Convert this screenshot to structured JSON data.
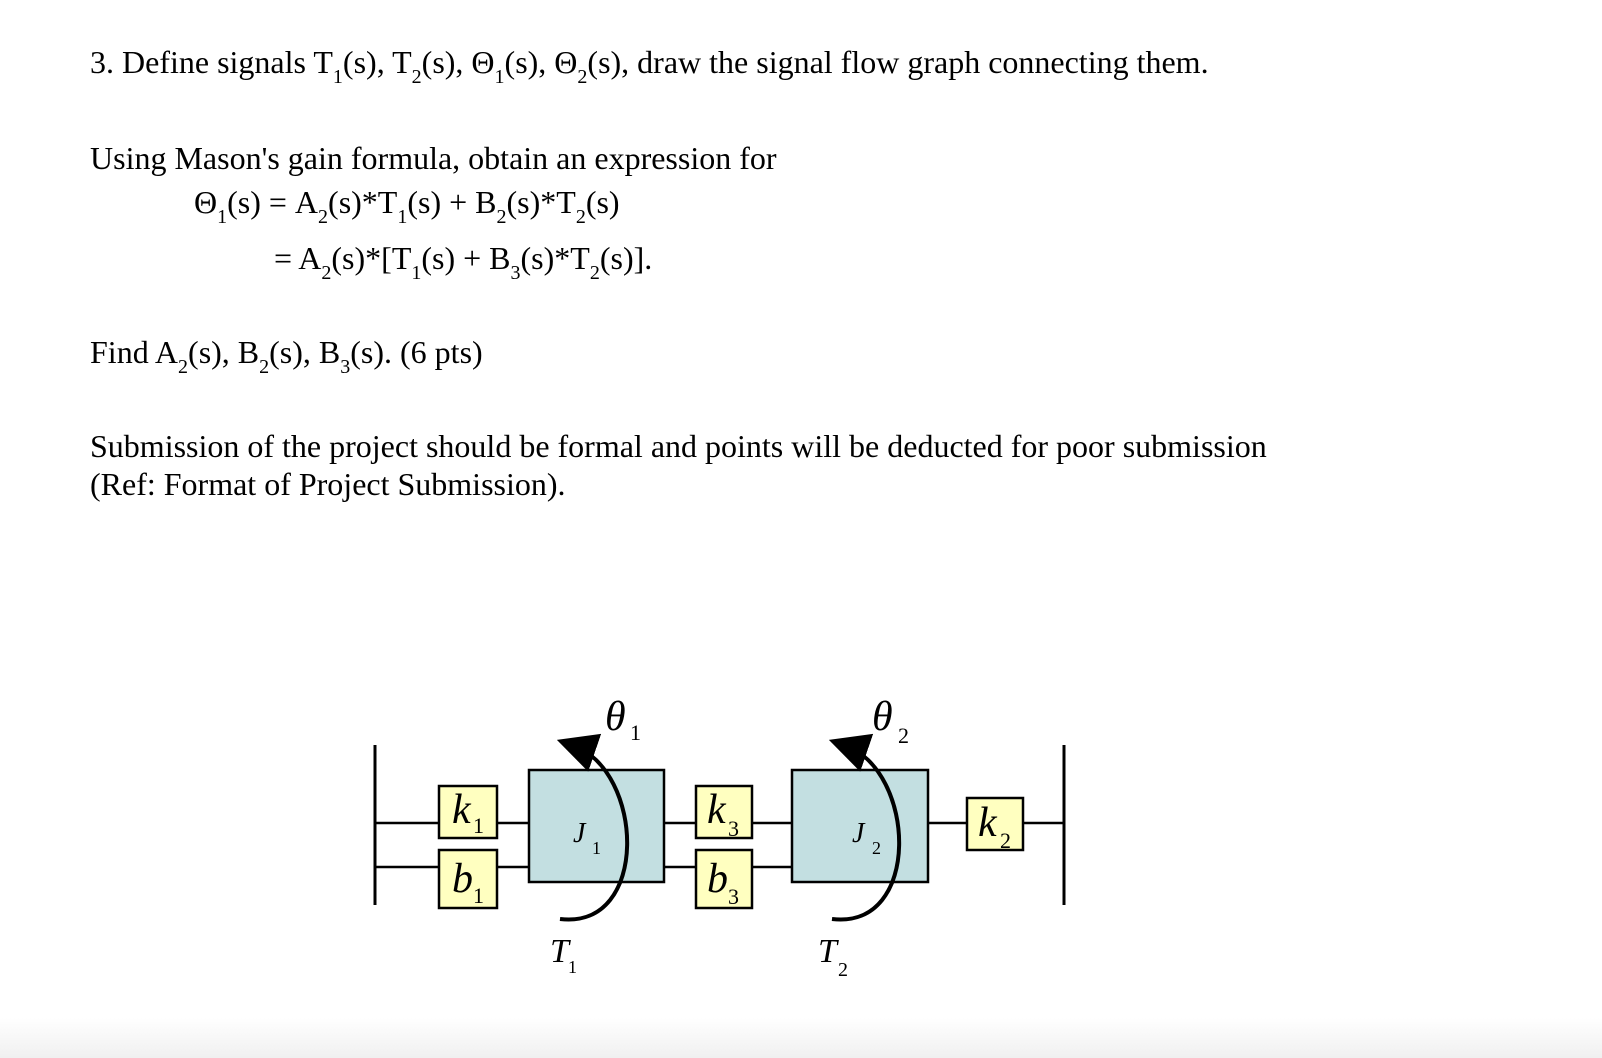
{
  "problem": {
    "number": "3.",
    "p1_a": "Define signals T",
    "p1_b": "(s), T",
    "p1_c": "(s), Θ",
    "p1_d": "(s), Θ",
    "p1_e": "(s), draw the signal flow graph connecting them.",
    "sub1": "1",
    "sub2": "2",
    "sub3": "3",
    "mason_intro": "Using Mason's gain formula, obtain an expression for",
    "eq1_a": "Θ",
    "eq1_b": "(s) = A",
    "eq1_c": "(s)*T",
    "eq1_d": "(s) + B",
    "eq1_e": "(s)*T",
    "eq1_f": "(s)",
    "eq2_a": "= A",
    "eq2_b": "(s)*[T",
    "eq2_c": "(s) + B",
    "eq2_d": "(s)*T",
    "eq2_e": "(s)].",
    "find_a": "Find A",
    "find_b": "(s), B",
    "find_c": "(s), B",
    "find_d": "(s). (6 pts)",
    "submission_1": "Submission of the project should be formal and points will be deducted for poor submission",
    "submission_2": "(Ref: Format of Project Submission)."
  },
  "diagram": {
    "theta": "θ",
    "k": "k",
    "b": "b",
    "J": "J",
    "T": "T",
    "s1": "1",
    "s2": "2",
    "s3": "3",
    "colors": {
      "inertia": "#c3dfe1",
      "element": "#ffffc0",
      "stroke": "#000000"
    }
  }
}
